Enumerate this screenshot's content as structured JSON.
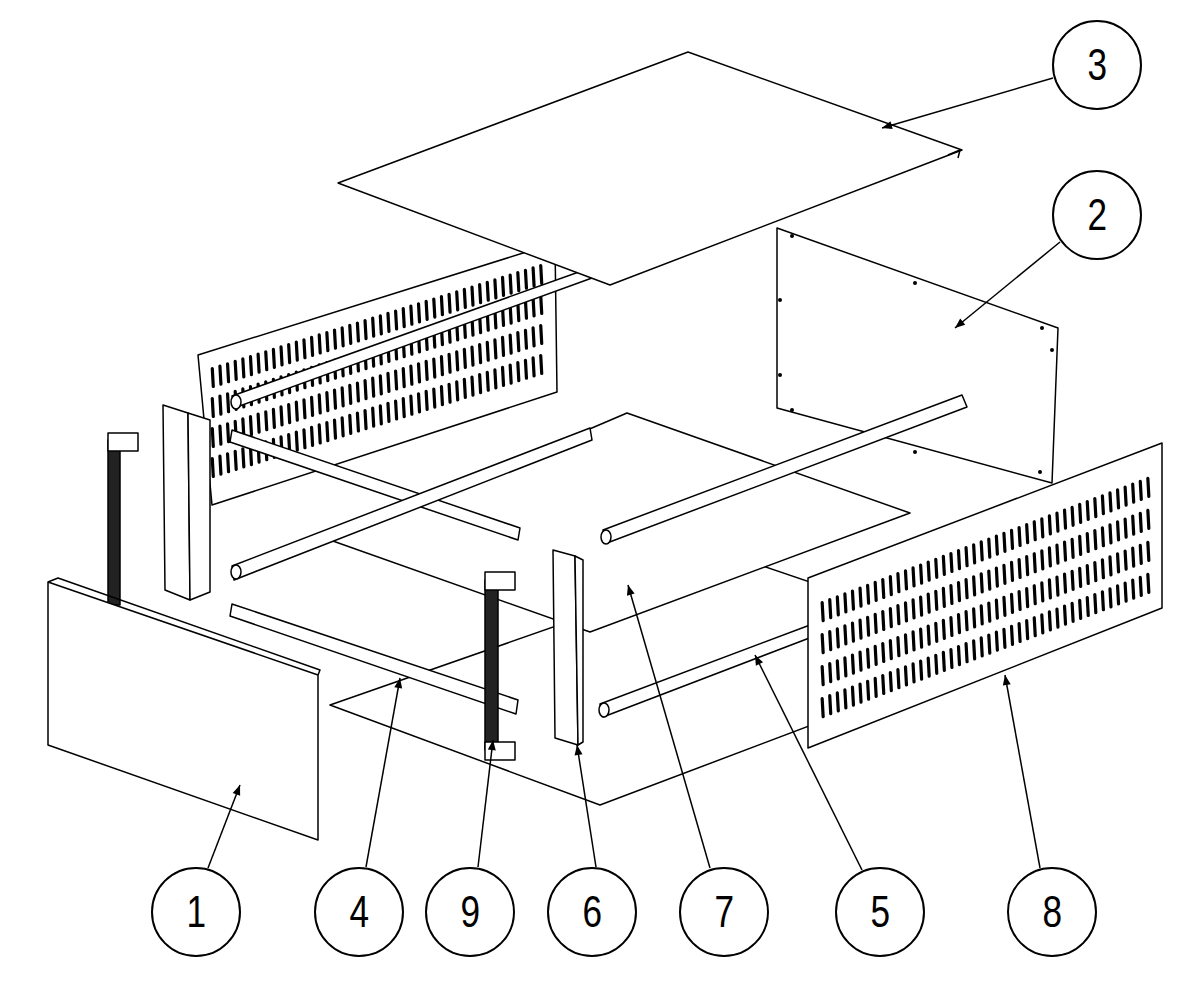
{
  "diagram": {
    "nodes": [
      {
        "text": [
          "3"
        ]
      },
      {
        "text": [
          "2"
        ]
      },
      {
        "text": [
          "1"
        ]
      },
      {
        "text": [
          "4"
        ]
      },
      {
        "text": [
          "9"
        ]
      },
      {
        "text": [
          "6"
        ]
      },
      {
        "text": [
          "7"
        ]
      },
      {
        "text": [
          "5"
        ]
      },
      {
        "text": [
          "8"
        ]
      }
    ]
  }
}
